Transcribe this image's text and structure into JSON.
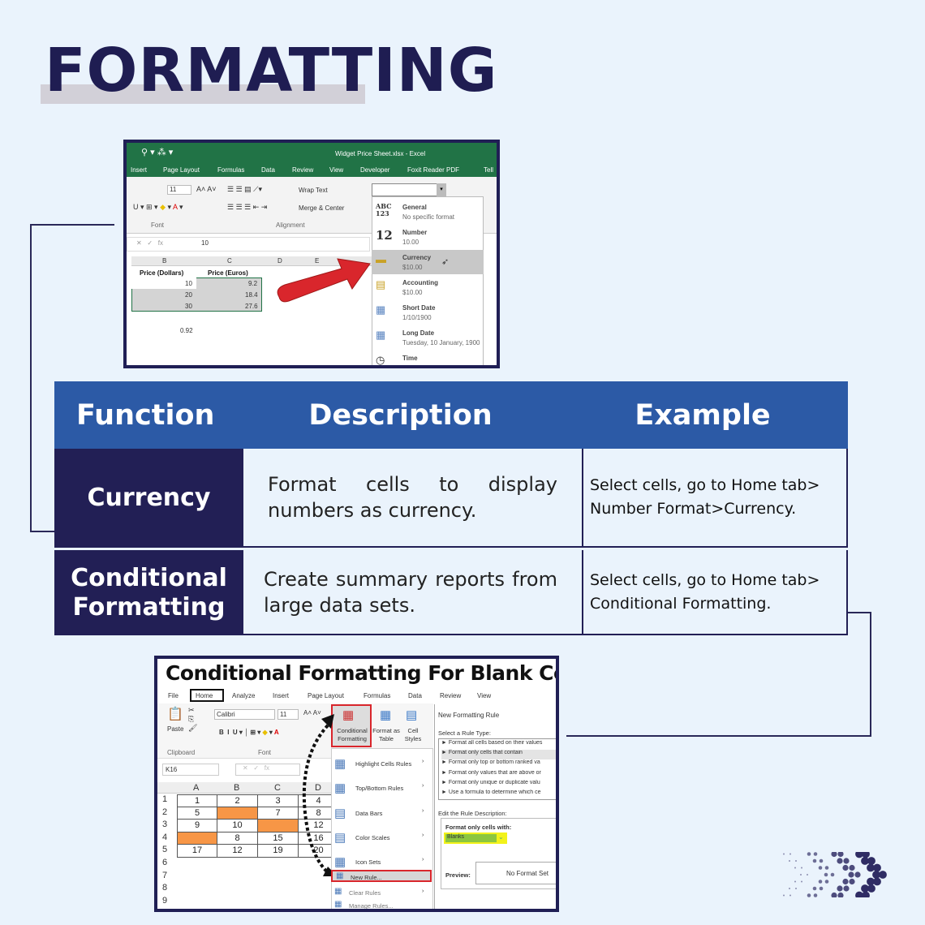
{
  "title": "FORMATTING",
  "shot1": {
    "window_title": "Widget Price Sheet.xlsx - Excel",
    "tabs": [
      "Insert",
      "Page Layout",
      "Formulas",
      "Data",
      "Review",
      "View",
      "Developer",
      "Foxit Reader PDF",
      "Tell"
    ],
    "font_size": "11",
    "wrap_text": "Wrap Text",
    "merge_center": "Merge & Center",
    "group_font": "Font",
    "group_alignment": "Alignment",
    "formula_value": "10",
    "columns": [
      "B",
      "C",
      "D",
      "E"
    ],
    "headers": [
      "Price (Dollars)",
      "Price (Euros)"
    ],
    "rows": [
      [
        "10",
        "9.2"
      ],
      [
        "20",
        "18.4"
      ],
      [
        "30",
        "27.6"
      ]
    ],
    "rate": "0.92",
    "formats": [
      {
        "name": "General",
        "example": "No specific format",
        "icon": "ABC 123"
      },
      {
        "name": "Number",
        "example": "10.00",
        "icon": "12"
      },
      {
        "name": "Currency",
        "example": "$10.00",
        "icon": "currency-icon"
      },
      {
        "name": "Accounting",
        "example": "$10.00",
        "icon": "accounting-icon"
      },
      {
        "name": "Short Date",
        "example": "1/10/1900",
        "icon": "calendar-icon"
      },
      {
        "name": "Long Date",
        "example": "Tuesday, 10 January, 1900",
        "icon": "calendar-icon"
      },
      {
        "name": "Time",
        "example": "",
        "icon": "clock-icon"
      }
    ]
  },
  "table": {
    "headers": [
      "Function",
      "Description",
      "Example"
    ],
    "rows": [
      {
        "function": "Currency",
        "description": "Format cells to display numbers as currency.",
        "example": "Select cells, go to Home tab> Number Format>Currency."
      },
      {
        "function": "Conditional Formatting",
        "description": "Create summary reports from large data sets.",
        "example": "Select cells, go to Home tab> Conditional Formatting."
      }
    ]
  },
  "shot2": {
    "heading": "Conditional Formatting For Blank Cells",
    "tabs": [
      "File",
      "Home",
      "Analyze",
      "Insert",
      "Page Layout",
      "Formulas",
      "Data",
      "Review",
      "View"
    ],
    "paste": "Paste",
    "font_name": "Calibri",
    "font_size": "11",
    "group_clipboard": "Clipboard",
    "group_font": "Font",
    "conditional_formatting": "Conditional Formatting",
    "format_as_table": "Format as Table",
    "cell_styles": "Cell Styles",
    "name_box": "K16",
    "columns": [
      "A",
      "B",
      "C",
      "D"
    ],
    "row_numbers": [
      "1",
      "2",
      "3",
      "4",
      "5",
      "6",
      "7",
      "8",
      "9"
    ],
    "grid": [
      [
        "1",
        "2",
        "3",
        "4"
      ],
      [
        "5",
        "",
        "7",
        "8"
      ],
      [
        "9",
        "10",
        "",
        "12"
      ],
      [
        "",
        "8",
        "15",
        "16"
      ],
      [
        "17",
        "12",
        "19",
        "20"
      ]
    ],
    "highlight_color": "#f79646",
    "menu": [
      "Highlight Cells Rules",
      "Top/Bottom Rules",
      "Data Bars",
      "Color Scales",
      "Icon Sets",
      "New Rule...",
      "Clear Rules",
      "Manage Rules..."
    ],
    "dialog": {
      "title": "New Formatting Rule",
      "select_label": "Select a Rule Type:",
      "rule_types": [
        "Format all cells based on their values",
        "Format only cells that contain",
        "Format only top or bottom ranked va",
        "Format only values that are above or",
        "Format only unique or duplicate valu",
        "Use a formula to determine which ce"
      ],
      "edit_label": "Edit the Rule Description:",
      "format_only_label": "Format only cells with:",
      "blanks": "Blanks",
      "preview_label": "Preview:",
      "preview_value": "No Format Set"
    }
  },
  "colors": {
    "navy": "#221f55",
    "blue": "#2c5aa6",
    "background": "#eaf3fc",
    "excel_green": "#217346",
    "red": "#d9262c"
  }
}
